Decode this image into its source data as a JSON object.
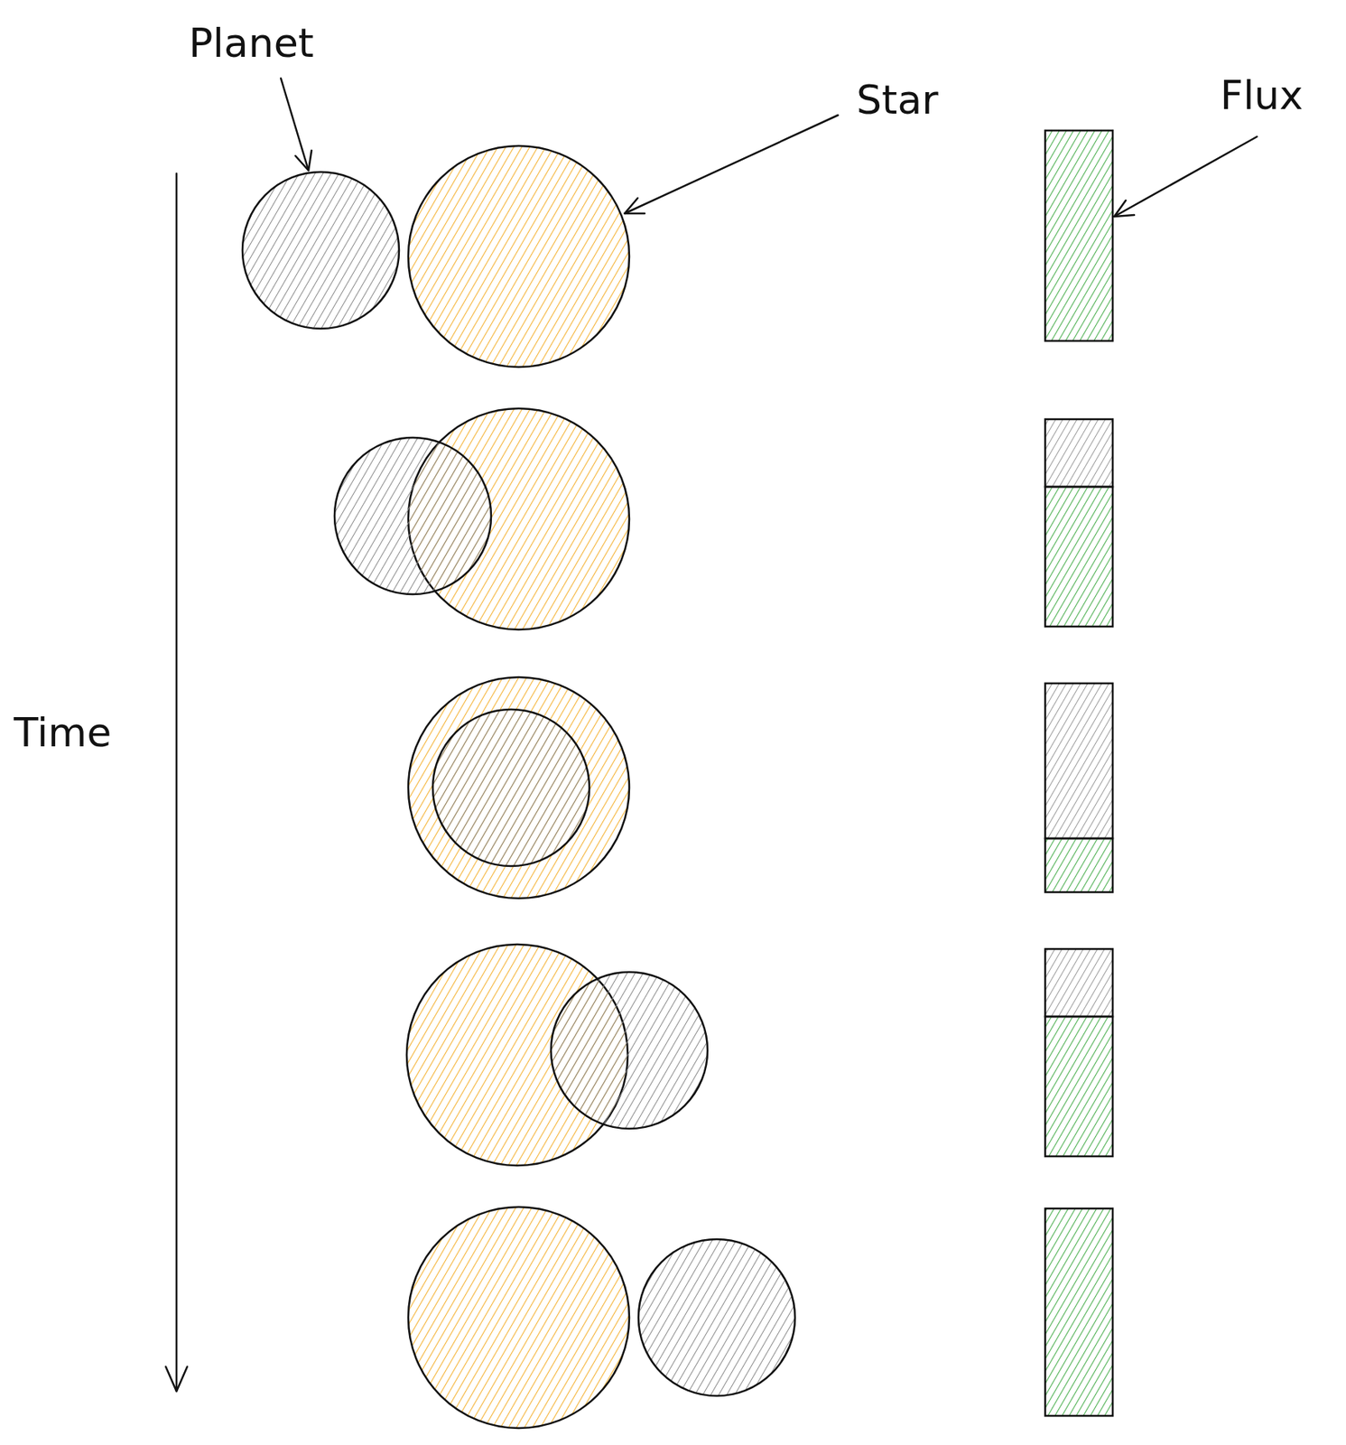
{
  "diagram": {
    "labels": [
      "Planet",
      "Star",
      "Flux",
      "Time"
    ]
  }
}
